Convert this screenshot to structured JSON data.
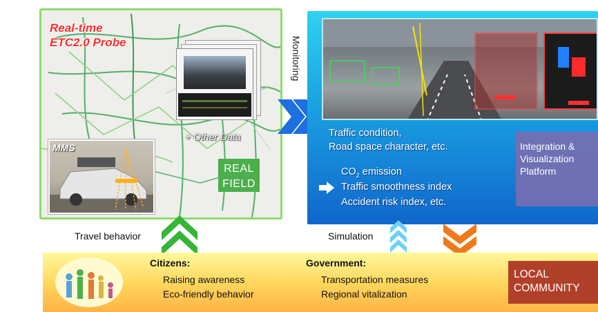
{
  "real_field": {
    "probe_label_1": "Real-time",
    "probe_label_2": "ETC2.0 Probe",
    "other_data": "+ Other Data",
    "mms_label": "MMS",
    "real_field_1": "REAL",
    "real_field_2": "FIELD"
  },
  "monitoring": "Monitoring",
  "platform": {
    "line1": "Traffic condition,",
    "line2": "Road space character, etc.",
    "metric1_prefix": "CO",
    "metric1_sub": "2",
    "metric1_suffix": " emission",
    "metric2": "Traffic smoothness index",
    "metric3": "Accident risk index, etc.",
    "integration_1": "Integration &",
    "integration_2": "Visualization",
    "integration_3": "Platform"
  },
  "labels": {
    "travel_behavior": "Travel behavior",
    "simulation": "Simulation"
  },
  "community": {
    "citizens_title": "Citizens:",
    "citizens_items": [
      "Raising awareness",
      "Eco-friendly behavior"
    ],
    "government_title": "Government:",
    "government_items": [
      "Transportation measures",
      "Regional vitalization"
    ],
    "local_1": "LOCAL",
    "local_2": "COMMUNITY"
  },
  "colors": {
    "green_arrow": "#35b535",
    "blue_chevron": "#1e6fe0",
    "cyan_arrow": "#6cd2f5",
    "orange_arrow": "#f07a1a",
    "panel_blue": "#1a8fe0",
    "local_box": "#b0402a"
  },
  "icons": [
    "map-icon",
    "car-icon",
    "camera-photo-icon",
    "people-icon",
    "arrow-right-icon"
  ]
}
